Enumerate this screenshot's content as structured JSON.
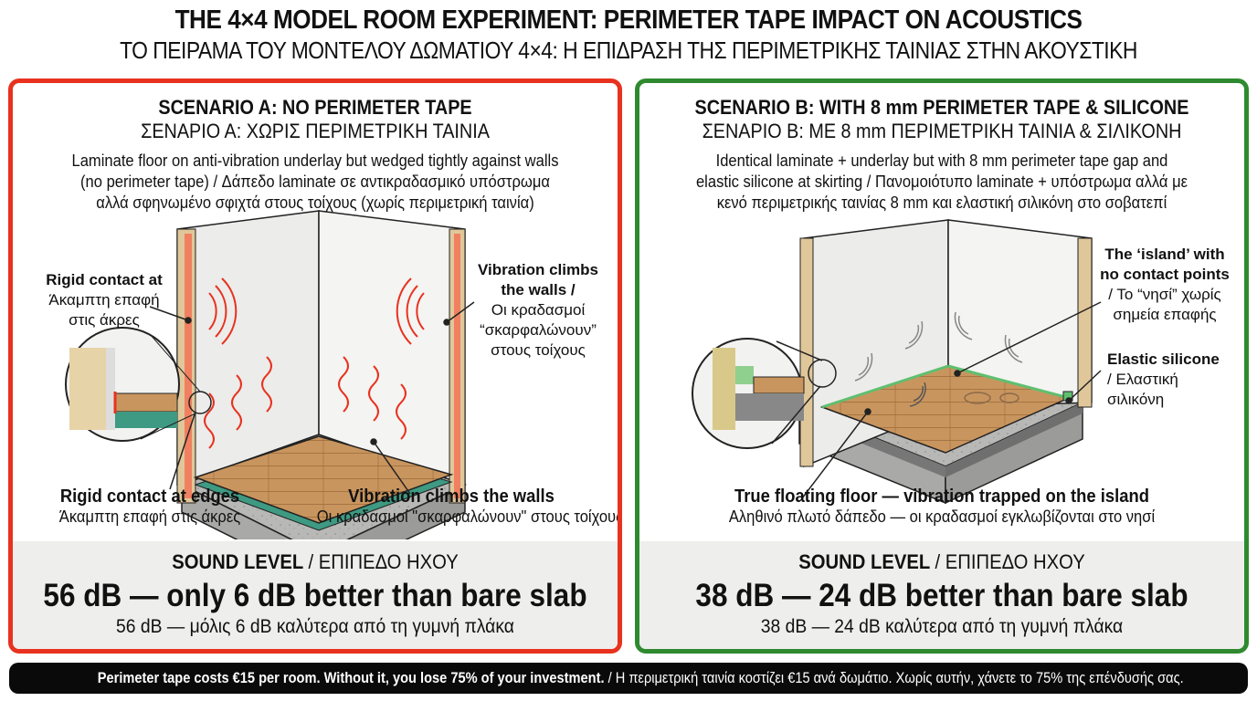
{
  "title": {
    "english": "THE 4×4 MODEL ROOM EXPERIMENT: PERIMETER TAPE IMPACT ON ACOUSTICS",
    "greek": "ΤΟ ΠΕΙΡΑΜΑ ΤΟΥ ΜΟΝΤΕΛΟΥ ΔΩΜΑΤΙΟΥ 4×4: Η ΕΠΙΔΡΑΣΗ ΤΗΣ ΠΕΡΙΜΕΤΡΙΚΗΣ ΤΑΙΝΙΑΣ ΣΤΗΝ ΑΚΟΥΣΤΙΚΗ"
  },
  "colors": {
    "scenario_a": "#e8321f",
    "scenario_b": "#2f8a2f",
    "vibration": "#e8321f",
    "footer_bg": "#0a0a0a"
  },
  "scenario_a": {
    "heading": "SCENARIO A: NO PERIMETER TAPE",
    "heading_greek": "ΣΕΝΑΡΙΟ Α: ΧΩΡΙΣ ΠΕΡΙΜΕΤΡΙΚΗ ΤΑΙΝΙΑ",
    "description": [
      "Laminate floor on anti-vibration underlay but wedged tightly against walls",
      "(no perimeter tape) / Δάπεδο laminate σε αντικραδασμικό υπόστρωμα",
      "αλλά σφηνωμένο σφιχτά στους τοίχους (χωρίς περιμετρική ταινία)"
    ],
    "callout_left": {
      "bold": "Rigid contact at",
      "greek": [
        "Άκαμπτη επαφή",
        "στις άκρες"
      ]
    },
    "callout_right": {
      "bold": [
        "Vibration climbs",
        "the walls /"
      ],
      "greek": [
        "Οι κραδασμοί",
        "“σκαρφαλώνουν”",
        "στους τοίχους"
      ]
    },
    "label_edges": {
      "bold": "Rigid contact at edges",
      "greek": "Άκαμπτη επαφή στις άκρες"
    },
    "label_walls": {
      "bold": "Vibration climbs the walls",
      "greek": "Οι κραδασμοί \"σκαρφαλώνουν\" στους τοίχους"
    },
    "sound": {
      "label": "SOUND LEVEL",
      "label_greek": "/ ΕΠΙΠΕΔΟ ΗΧΟΥ",
      "value": "56 dB — only 6 dB better than bare slab",
      "value_greek": "56 dB — μόλις 6 dB καλύτερα από τη γυμνή πλάκα"
    }
  },
  "scenario_b": {
    "heading": "SCENARIO B: WITH 8 mm PERIMETER TAPE & SILICONE",
    "heading_greek": "ΣΕΝΑΡΙΟ Β: ΜΕ 8 mm ΠΕΡΙΜΕΤΡΙΚΗ ΤΑΙΝΙΑ & ΣΙΛΙΚΟΝΗ",
    "description": [
      "Identical laminate + underlay but with 8 mm perimeter tape gap and",
      "elastic silicone at skirting / Πανομοιότυπο laminate + υπόστρωμα αλλά με",
      "κενό περιμετρικής ταινίας 8 mm και ελαστική σιλικόνη στο σοβατεπί"
    ],
    "callout_island": {
      "bold": [
        "The ‘island’ with",
        "no contact points"
      ],
      "greek": [
        "/ Το “νησί” χωρίς",
        "σημεία επαφής"
      ]
    },
    "callout_silicone": {
      "bold": "Elastic silicone",
      "greek": [
        "/ Ελαστική",
        "σιλικόνη"
      ]
    },
    "label_floating": {
      "bold": "True floating floor — vibration trapped on the island",
      "greek": "Αληθινό πλωτό δάπεδο — οι κραδασμοί εγκλωβίζονται στο νησί"
    },
    "sound": {
      "label": "SOUND LEVEL",
      "label_greek": "/ ΕΠΙΠΕΔΟ ΗΧΟΥ",
      "value": "38 dB — 24 dB better than bare slab",
      "value_greek": "38 dB — 24 dB καλύτερα από τη γυμνή πλάκα"
    }
  },
  "footer": {
    "bold": "Perimeter tape costs €15 per room. Without it, you lose 75% of your investment.",
    "greek": "/ Η περιμετρική ταινία κοστίζει €15 ανά δωμάτιο. Χωρίς αυτήν, χάνετε το 75% της επένδυσής σας."
  }
}
